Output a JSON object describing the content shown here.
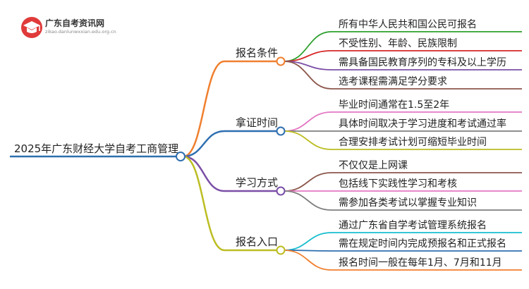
{
  "logo": {
    "title": "广东自考资讯网",
    "subtitle": "zikao.danlunwxxian.edu.org.cn",
    "icon": "graduation-cap-icon"
  },
  "root": {
    "label": "2025年广东财经大学自考工商管理",
    "color": "#2f6fb0"
  },
  "branches": [
    {
      "label": "报名条件",
      "color": "#f07f2e",
      "children": [
        {
          "label": "所有中华人民共和国公民可报名",
          "color": "#2ca02c"
        },
        {
          "label": "不受性别、年龄、民族限制",
          "color": "#d62728"
        },
        {
          "label": "需具备国民教育序列的专科及以上学历",
          "color": "#7b4fa6"
        },
        {
          "label": "选考课程需满足学分要求",
          "color": "#8c564b"
        }
      ]
    },
    {
      "label": "拿证时间",
      "color": "#2f6fb0",
      "children": [
        {
          "label": "毕业时间通常在1.5至2年",
          "color": "#e377c2"
        },
        {
          "label": "具体时间取决于学习进度和考试通过率",
          "color": "#7f7f7f"
        },
        {
          "label": "合理安排考试计划可缩短毕业时间",
          "color": "#bcbd22"
        }
      ]
    },
    {
      "label": "学习方式",
      "color": "#7b4fa6",
      "children": [
        {
          "label": "不仅仅是上网课",
          "color": "#8c564b"
        },
        {
          "label": "包括线下实践性学习和考核",
          "color": "#e377c2"
        },
        {
          "label": "需参加各类考试以掌握专业知识",
          "color": "#7f7f7f"
        }
      ]
    },
    {
      "label": "报名入口",
      "color": "#bcbd22",
      "children": [
        {
          "label": "通过广东省自学考试管理系统报名",
          "color": "#17becf"
        },
        {
          "label": "需在规定时间内完成预报名和正式报名",
          "color": "#2f6fb0"
        },
        {
          "label": "报名时间一般在每年1月、7月和11月",
          "color": "#f07f2e"
        }
      ]
    }
  ]
}
